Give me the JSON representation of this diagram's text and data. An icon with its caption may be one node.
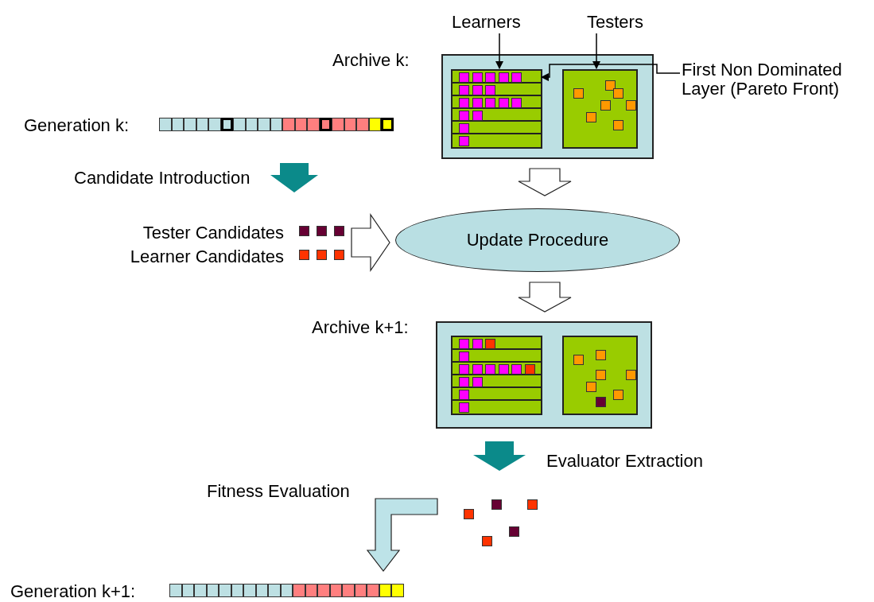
{
  "diagram": {
    "nodes": [
      {
        "text": [
          "Learners"
        ]
      },
      {
        "text": [
          "Testers"
        ]
      },
      {
        "text": [
          "Archive k:"
        ]
      },
      {
        "text": [],
        "shape": "box",
        "in": 2
      },
      {
        "text": [],
        "shape": "bar",
        "in": 3
      },
      {
        "text": [],
        "shape": "box",
        "in": 2
      },
      {
        "text": [
          "First Non Dominated Layer (Pareto Front)"
        ]
      },
      {
        "text": [
          "Generation k:"
        ]
      },
      {
        "text": [
          "Tester Candidates",
          "Learner Candidates"
        ]
      },
      {
        "text": [
          "Update Procedure"
        ]
      },
      {
        "text": [
          "Archive k+1:"
        ]
      },
      {
        "text": [],
        "shape": "box",
        "in": 10
      },
      {
        "text": [],
        "shape": "box",
        "in": 10
      },
      {
        "text": [],
        "shape": "picture"
      },
      {
        "text": [
          "Fitness Evaluation",
          "Generation k+1:"
        ]
      }
    ],
    "edges": [
      {
        "from": 0,
        "to": 3,
        "arrow": "to"
      },
      {
        "from": 1,
        "to": 5,
        "arrow": "to"
      },
      {
        "from": 6,
        "to": 4,
        "arrow": "to"
      },
      {
        "from": 7,
        "to": 8,
        "arrow": "to",
        "label": "Candidate Introduction",
        "style": "thick",
        "color": "#0b8a8a"
      },
      {
        "from": 2,
        "to": 9,
        "arrow": "to",
        "style": "thick"
      },
      {
        "from": 8,
        "to": 9,
        "arrow": "to",
        "style": "thick"
      },
      {
        "from": 9,
        "to": 10,
        "arrow": "to",
        "style": "thick"
      },
      {
        "from": 10,
        "to": 13,
        "arrow": "to",
        "label": "Evaluator Extraction",
        "style": "thick",
        "color": "#0b8a8a"
      },
      {
        "from": 13,
        "to": 14,
        "arrow": "to",
        "style": "thick",
        "color": "#bde3e8"
      }
    ]
  }
}
